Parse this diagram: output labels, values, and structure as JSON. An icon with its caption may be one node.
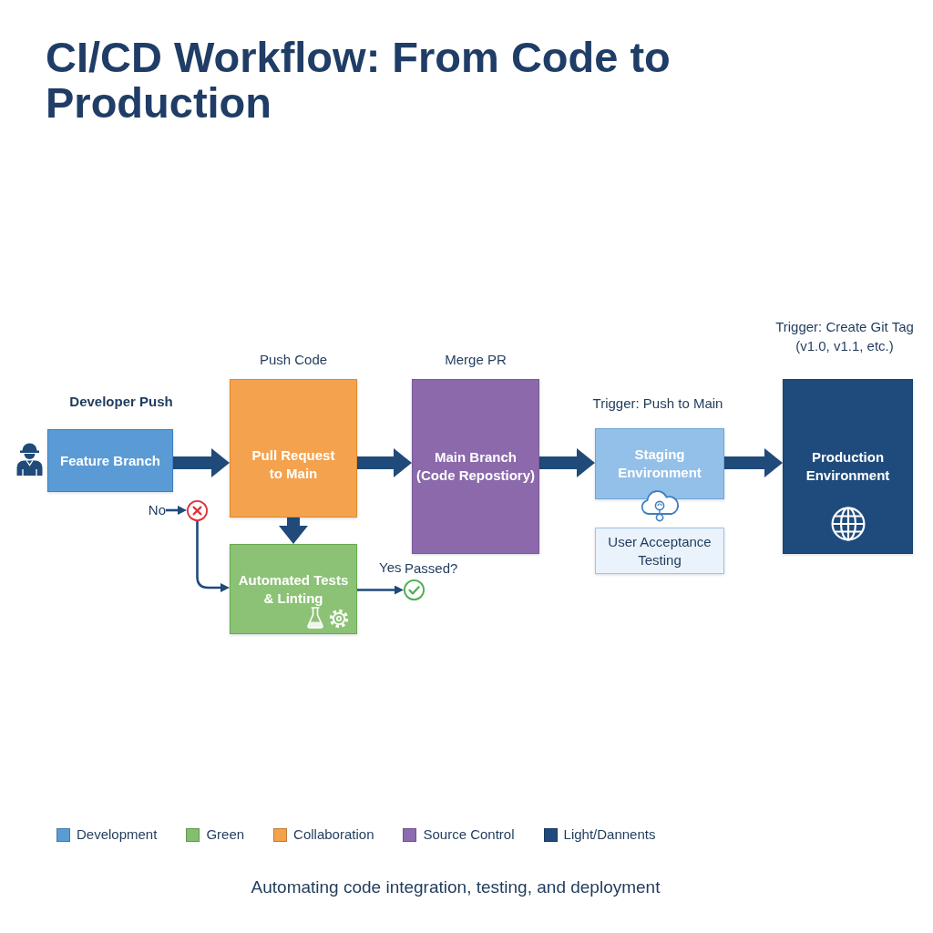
{
  "diagram": {
    "title": "CI/CD Workflow: From Code to Production",
    "caption": "Automating code integration, testing, and deployment",
    "nodes": [
      {
        "text": [
          "Feature Branch"
        ],
        "beside": [
          "Developer Push"
        ]
      },
      {
        "text": [
          "Pull Request to Main"
        ],
        "beside": [
          "Push Code"
        ]
      },
      {
        "text": [
          "Main Branch (Code Repostiory)"
        ],
        "beside": [
          "Merge PR"
        ]
      },
      {
        "text": [
          "Staging Environment"
        ],
        "beside": [
          "Trigger: Push to Main"
        ]
      },
      {
        "text": [
          "User Acceptance Testing"
        ]
      },
      {
        "text": [
          "Production Environment"
        ],
        "beside": [
          "Trigger: Create Git Tag (v1.0, v1.1, etc.)"
        ]
      },
      {
        "text": [
          "No"
        ]
      },
      {
        "text": [],
        "shape": "circle"
      },
      {
        "text": [
          "Automated Tests & Linting"
        ]
      },
      {
        "text": [],
        "shape": "circle",
        "beside": [
          "Passed?"
        ]
      }
    ],
    "edges": [
      {
        "from": 0,
        "to": 1,
        "arrow": "to"
      },
      {
        "from": 1,
        "to": 2,
        "arrow": "to"
      },
      {
        "from": 2,
        "to": 3,
        "arrow": "to"
      },
      {
        "from": 3,
        "to": 5,
        "arrow": "to"
      },
      {
        "from": 1,
        "to": 8,
        "arrow": "to"
      },
      {
        "from": 8,
        "to": 9,
        "arrow": "to",
        "label": "Yes"
      },
      {
        "from": 6,
        "to": 7,
        "arrow": "to"
      },
      {
        "from": 7,
        "to": 8,
        "arrow": "to"
      }
    ],
    "legend": [
      {
        "text": "Development",
        "color": "#5b9bd5"
      },
      {
        "text": "Green",
        "color": "#82bf6e"
      },
      {
        "text": "Collaboration",
        "color": "#f5a04b"
      },
      {
        "text": "Source Control",
        "color": "#8c6bb1"
      },
      {
        "text": "Light/Dannents",
        "color": "#1f4b7c"
      }
    ]
  }
}
